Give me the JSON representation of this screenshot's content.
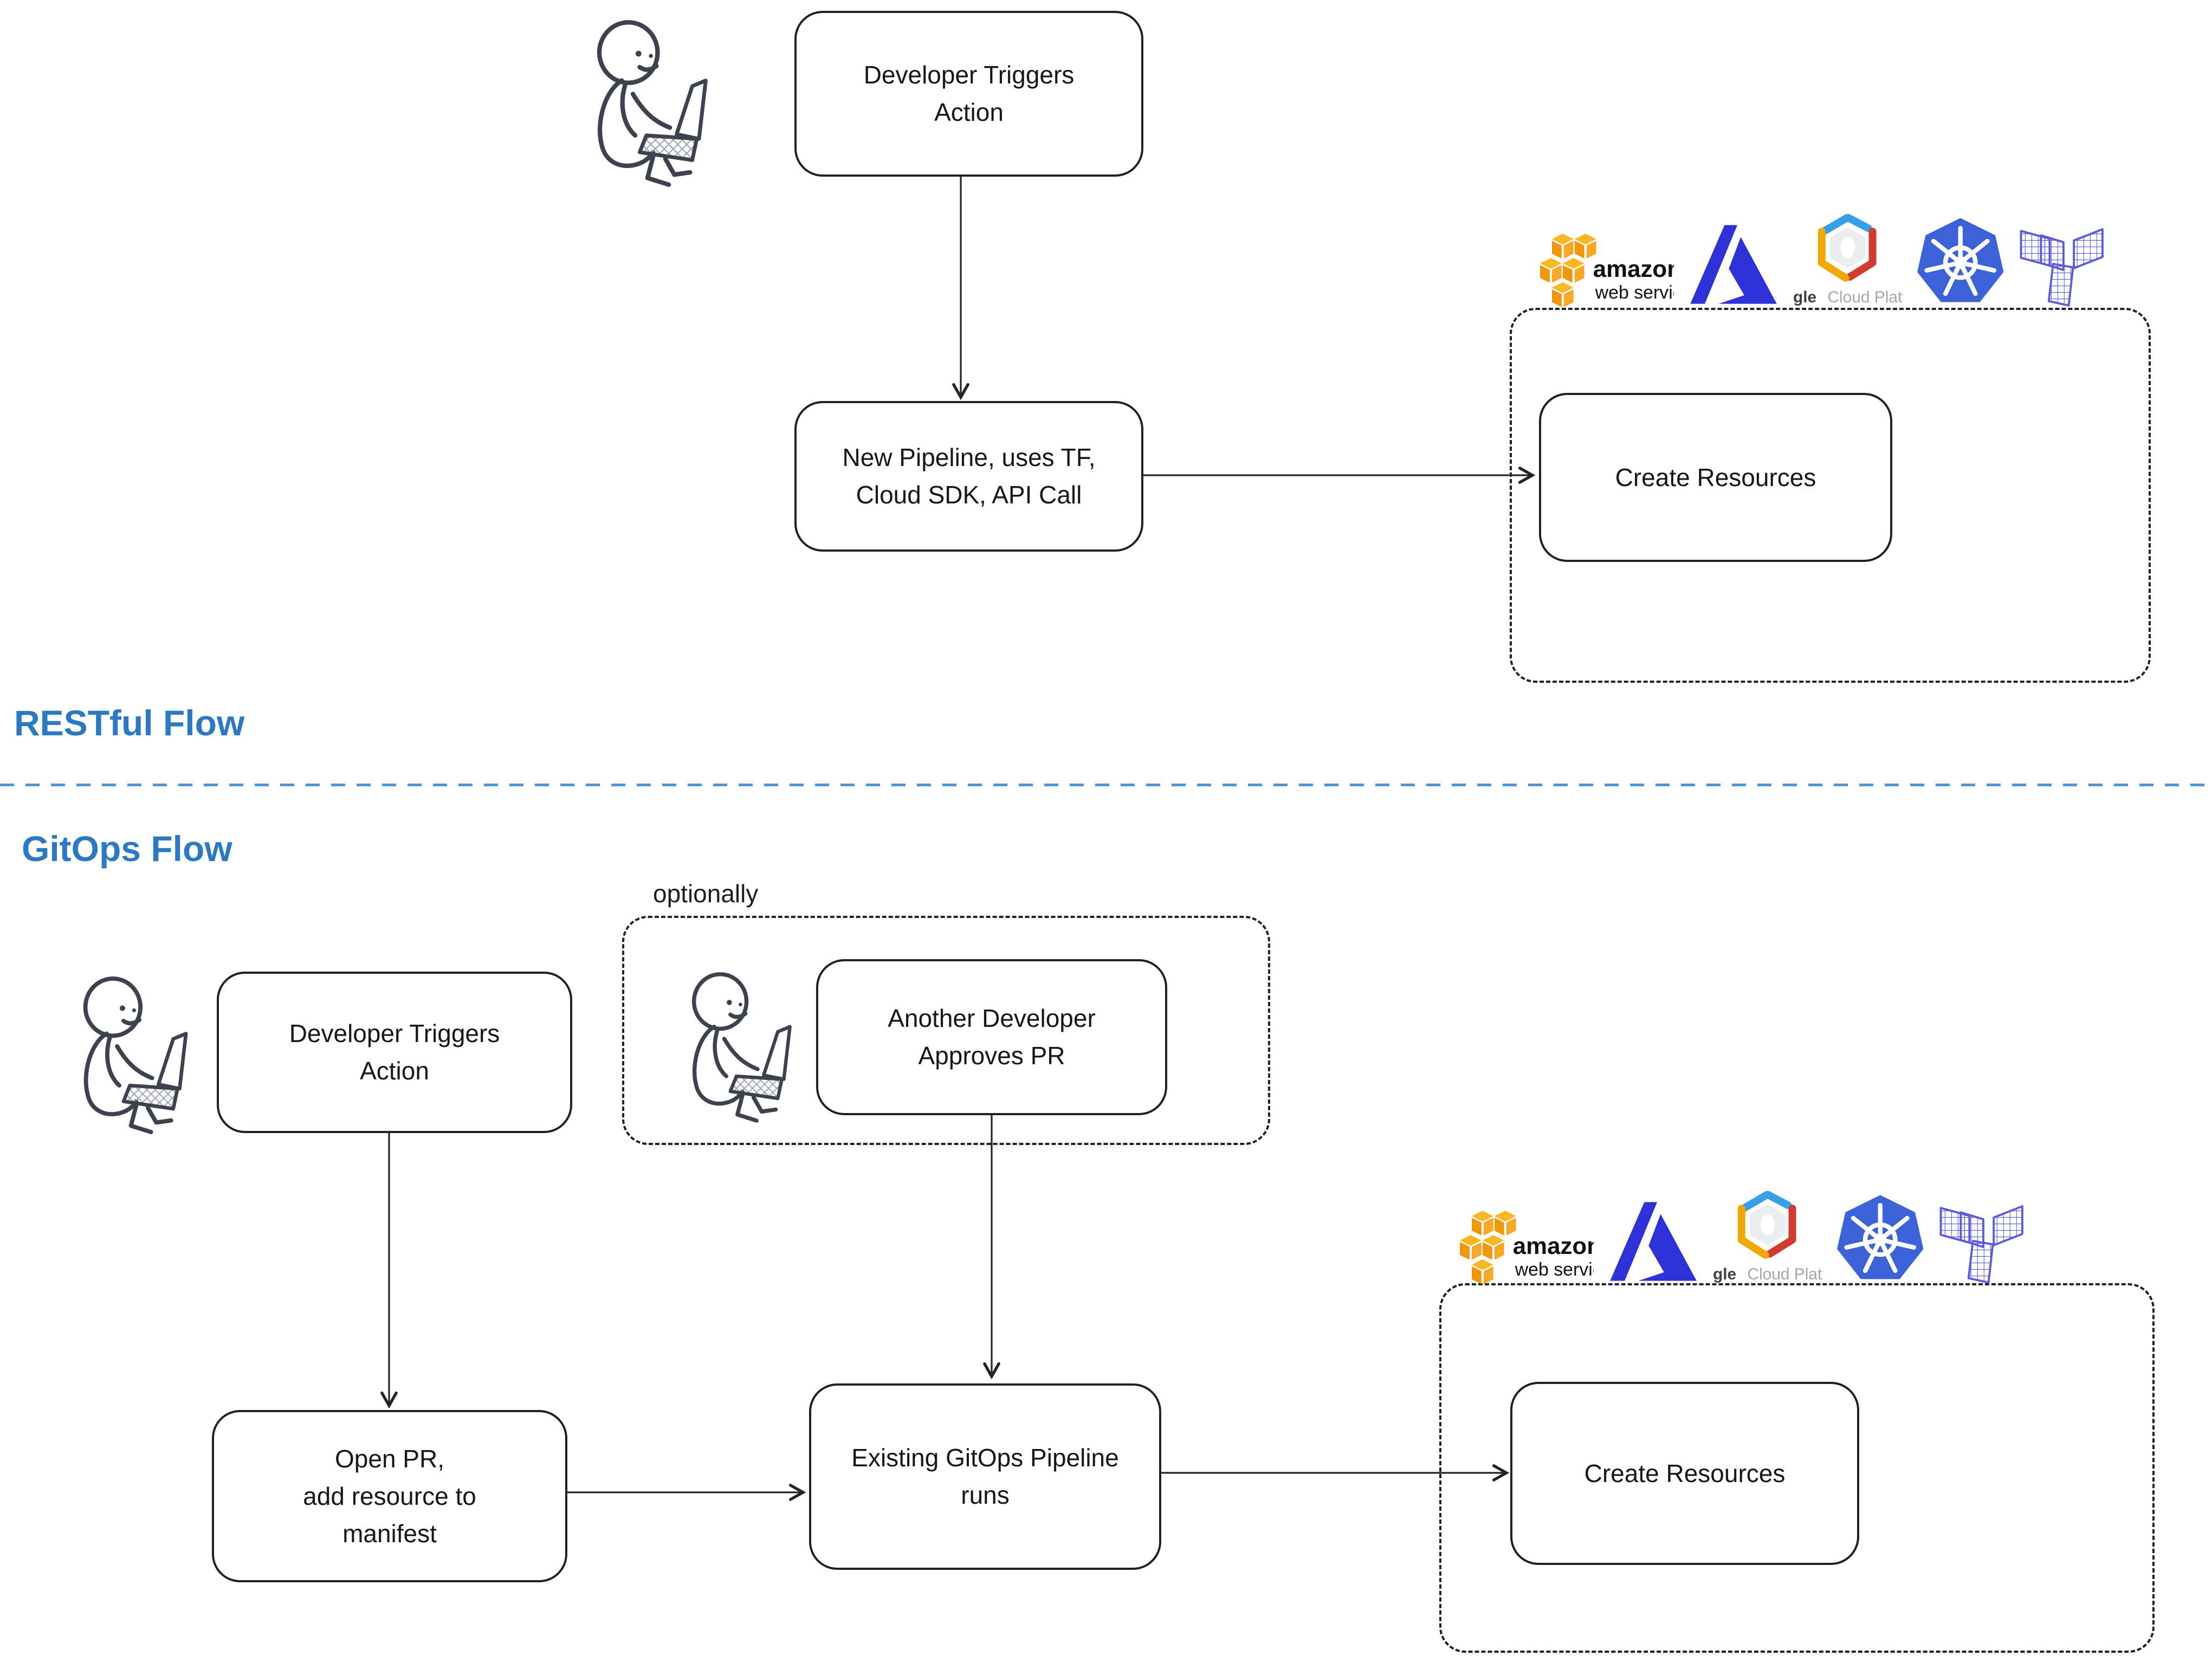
{
  "labels": {
    "restful_flow": "RESTful Flow",
    "gitops_flow": "GitOps Flow",
    "optionally": "optionally"
  },
  "restful_flow": {
    "trigger": {
      "lines": [
        "Developer Triggers",
        "Action"
      ]
    },
    "pipeline": {
      "lines": [
        "New Pipeline, uses TF,",
        "Cloud SDK, API Call"
      ]
    },
    "create": {
      "text": "Create Resources"
    }
  },
  "gitops_flow": {
    "trigger": {
      "lines": [
        "Developer Triggers",
        "Action"
      ]
    },
    "approve": {
      "lines": [
        "Another Developer",
        "Approves PR"
      ]
    },
    "open_pr": {
      "lines": [
        "Open PR,",
        "add resource to",
        "manifest"
      ]
    },
    "pipeline_runs": {
      "lines": [
        "Existing GitOps Pipeline",
        "runs"
      ]
    },
    "create": {
      "text": "Create Resources"
    }
  },
  "logos": {
    "aws": {
      "icon": "aws-logo",
      "line1": "amazon",
      "line2": "web services"
    },
    "azure": {
      "icon": "azure-logo"
    },
    "gcp": {
      "icon": "google-cloud-platform-logo",
      "google": "Google",
      "platform": "Cloud Platform"
    },
    "kubernetes": {
      "icon": "kubernetes-logo"
    },
    "mesh": {
      "icon": "y-grid-mesh-logo"
    },
    "developer": {
      "icon": "developer-person-icon"
    }
  },
  "colors": {
    "section_label_blue": "#2b79c3",
    "divider_blue": "#4e94d9",
    "ink": "#20202a",
    "person_ink": "#3c434f",
    "aws_orange": "#f5a50b",
    "azure_blue": "#2f31d8",
    "kubernetes_blue": "#3c62d9",
    "gcp_blue": "#35a0e8",
    "gcp_red": "#d23b2f",
    "gcp_yellow": "#f0a800",
    "mesh_purple": "#5c5cda"
  }
}
